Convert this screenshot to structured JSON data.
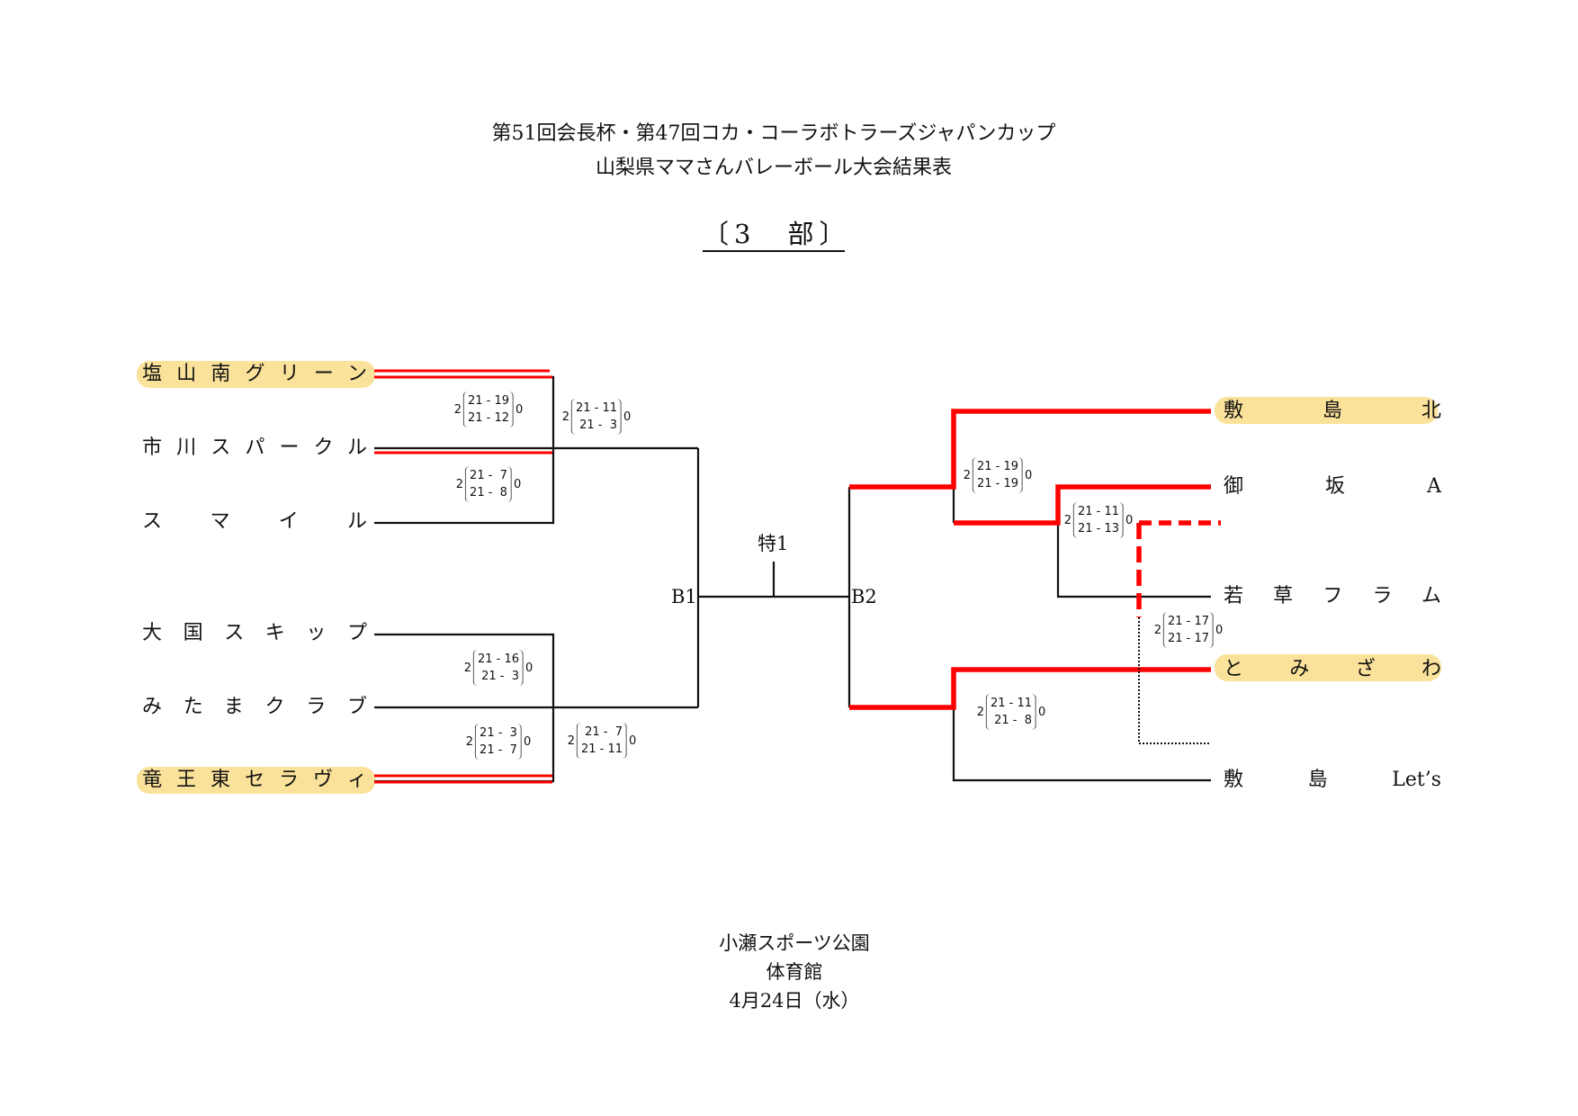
{
  "header": {
    "title_line1": "第51回会長杯・第47回コカ・コーラボトラーズジャパンカップ",
    "title_line2": "山梨県ママさんバレーボール大会結果表",
    "division": "〔3　部〕"
  },
  "left_teams": [
    {
      "name": "塩山南グリーン",
      "highlighted": true
    },
    {
      "name": "市川スパークル",
      "highlighted": false
    },
    {
      "name": "スマイル",
      "highlighted": false
    },
    {
      "name": "大国スキップ",
      "highlighted": false
    },
    {
      "name": "みたまクラブ",
      "highlighted": false
    },
    {
      "name": "竜王東セラヴィ",
      "highlighted": true
    }
  ],
  "right_teams": [
    {
      "name": "敷島北",
      "highlighted": true
    },
    {
      "name": "御坂A",
      "highlighted": false
    },
    {
      "name": "若草フラム",
      "highlighted": false
    },
    {
      "name": "とみざわ",
      "highlighted": true
    },
    {
      "name": "敷島Let’s",
      "highlighted": false
    }
  ],
  "labels": {
    "b1": "B1",
    "b2": "B2",
    "special": "特1"
  },
  "scores": [
    {
      "left": "2",
      "s1": "21 - 19",
      "s2": "21 - 12",
      "right": "0"
    },
    {
      "left": "2",
      "s1": "21 - 11",
      "s2": "21 -  3",
      "right": "0"
    },
    {
      "left": "2",
      "s1": "21 -  7",
      "s2": "21 -  8",
      "right": "0"
    },
    {
      "left": "2",
      "s1": "21 - 16",
      "s2": "21 -  3",
      "right": "0"
    },
    {
      "left": "2",
      "s1": "21 -  3",
      "s2": "21 -  7",
      "right": "0"
    },
    {
      "left": "2",
      "s1": "21 -  7",
      "s2": "21 - 11",
      "right": "0"
    },
    {
      "left": "2",
      "s1": "21 - 19",
      "s2": "21 - 19",
      "right": "0"
    },
    {
      "left": "2",
      "s1": "21 - 11",
      "s2": "21 - 13",
      "right": "0"
    },
    {
      "left": "2",
      "s1": "21 - 17",
      "s2": "21 - 17",
      "right": "0"
    },
    {
      "left": "2",
      "s1": "21 - 11",
      "s2": "21 -  8",
      "right": "0"
    }
  ],
  "footer": {
    "venue": "小瀬スポーツ公園",
    "hall": "体育館",
    "date": "4月24日（水）"
  },
  "colors": {
    "winner_line": "#ff0000",
    "highlight": "#fbe29a",
    "line": "#111111"
  }
}
